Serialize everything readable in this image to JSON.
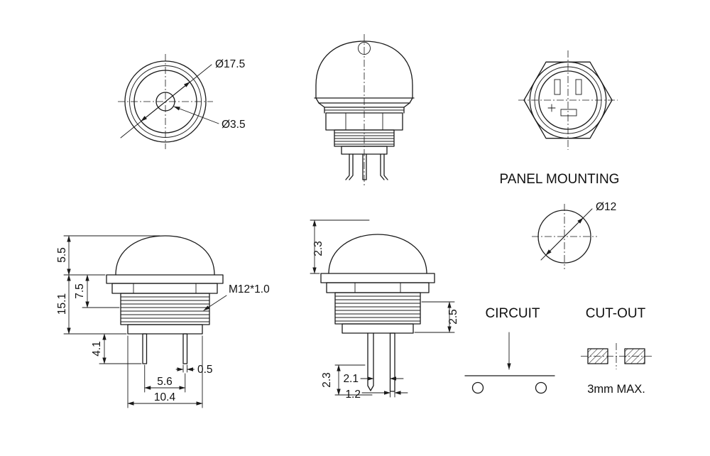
{
  "page": {
    "background": "#ffffff",
    "ink": "#1a1a1a"
  },
  "top_view": {
    "dia_outer": "Ø17.5",
    "dia_inner": "Ø3.5"
  },
  "panel_mounting": {
    "title": "PANEL MOUNTING",
    "hole_dia": "Ø12"
  },
  "front_view": {
    "dome_height": "5.5",
    "upper_height": "7.5",
    "body_height": "15.1",
    "pin_height": "4.1",
    "pin_width": "0.5",
    "pin_spacing": "5.6",
    "base_width": "10.4",
    "thread_spec": "M12*1.0"
  },
  "side_view": {
    "top_travel": "2.3",
    "panel_depth": "2.5",
    "pin_length": "2.3",
    "pin_gap": "2.1",
    "pin_width": "1.2"
  },
  "circuit": {
    "title": "CIRCUIT"
  },
  "cutout": {
    "title": "CUT-OUT",
    "note": "3mm MAX."
  }
}
